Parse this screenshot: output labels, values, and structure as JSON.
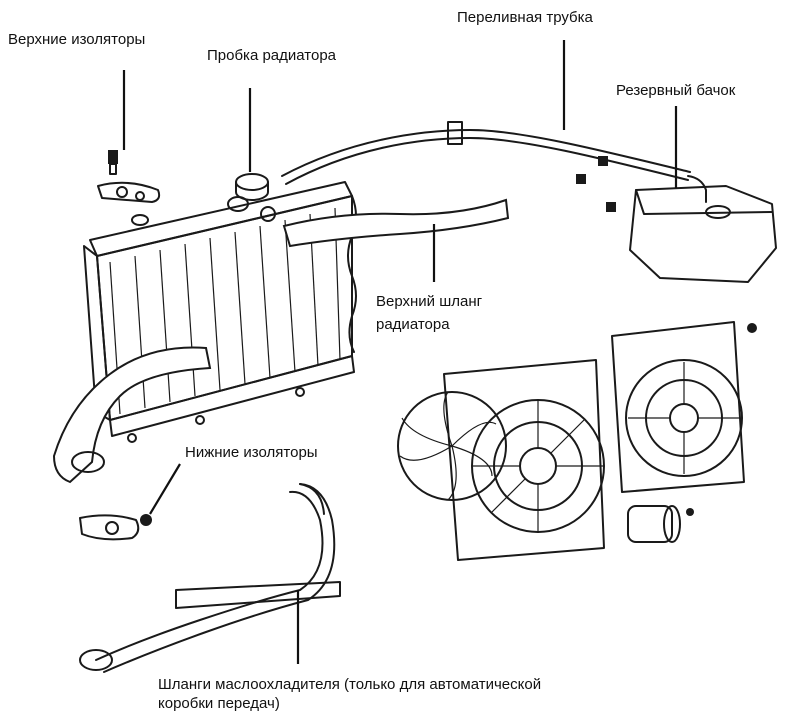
{
  "labels": {
    "upper_insulators": "Верхние изоляторы",
    "radiator_cap": "Пробка радиатора",
    "overflow_tube": "Переливная трубка",
    "reserve_tank": "Резервный бачок",
    "upper_hose_line1": "Верхний шланг",
    "upper_hose_line2": "радиатора",
    "lower_insulators": "Нижние изоляторы",
    "oil_cooler_hoses_line1": "Шланги маслоохладителя (только для автоматической",
    "oil_cooler_hoses_line2": "коробки передач)"
  },
  "colors": {
    "ink": "#1a1a1a",
    "paper": "#ffffff"
  }
}
